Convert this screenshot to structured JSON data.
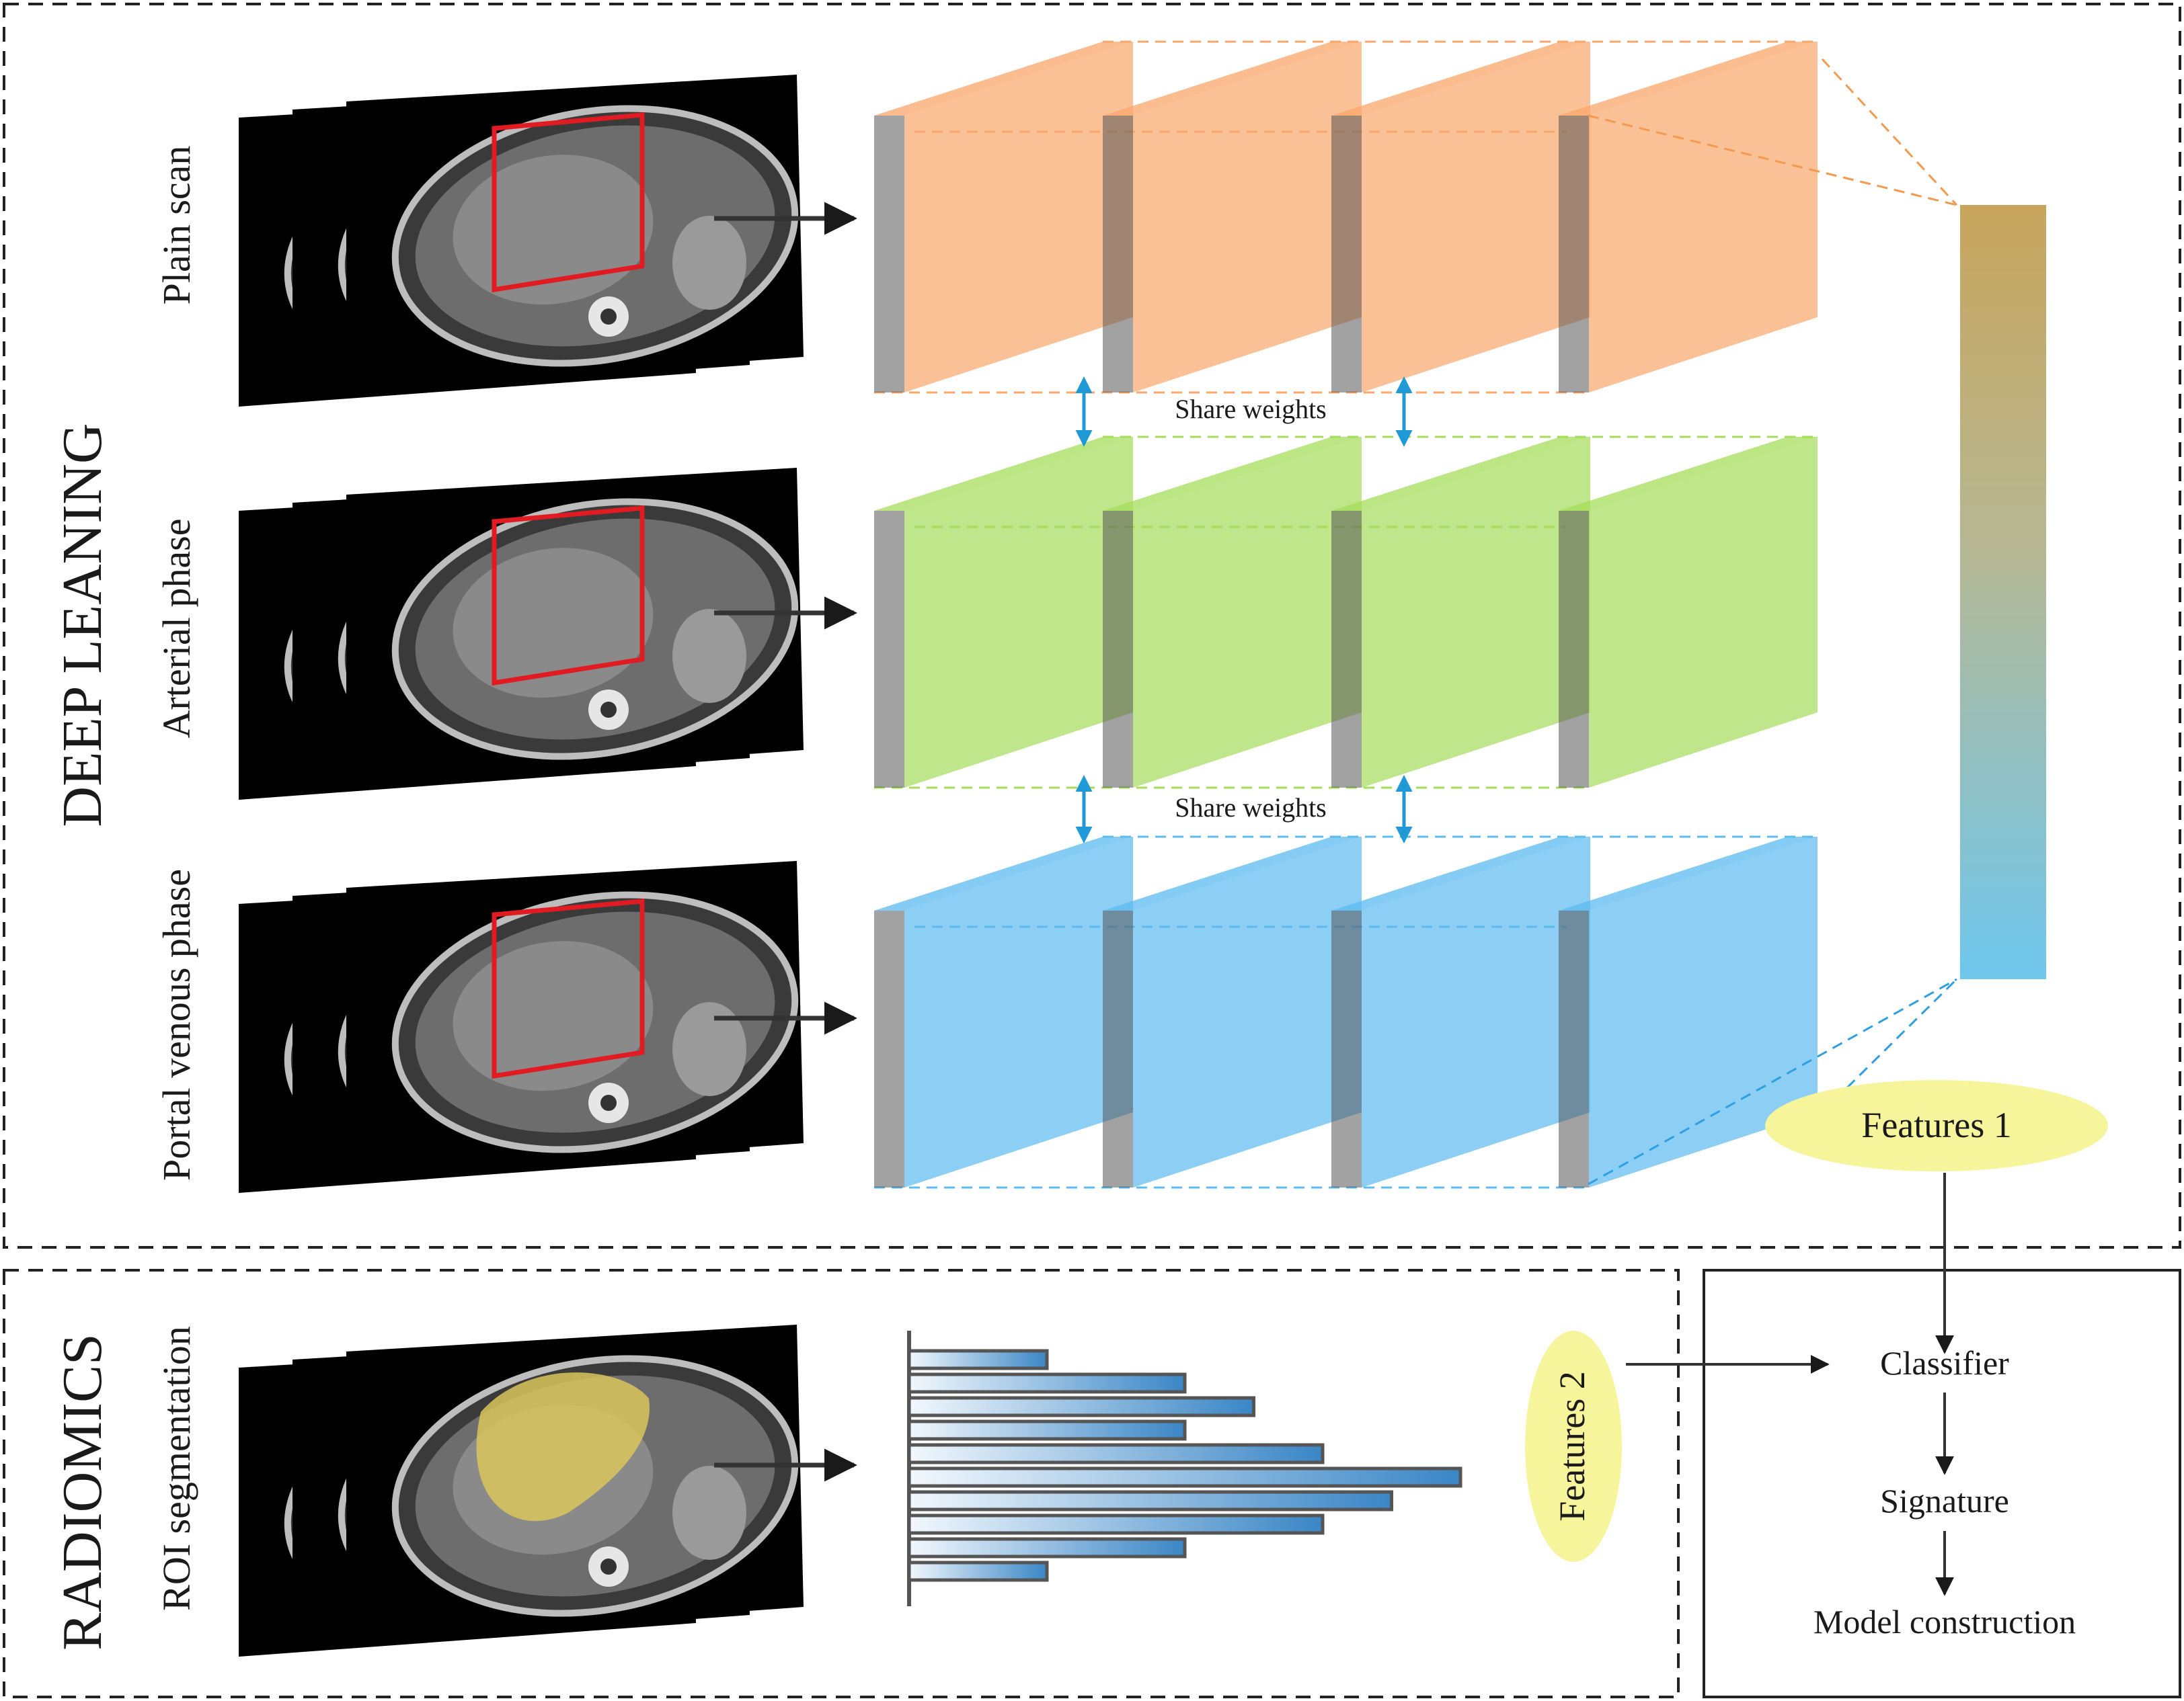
{
  "sections": {
    "deep_learning": "DEEP LEANING",
    "radiomics": "RADIOMICS"
  },
  "phases": [
    {
      "label": "Plain scan",
      "color": "#f9a76a"
    },
    {
      "label": "Arterial phase",
      "color": "#a5dc5a"
    },
    {
      "label": "Portal venous phase",
      "color": "#5cbbf0"
    }
  ],
  "share_weights": [
    "Share weights",
    "Share weights"
  ],
  "roi_label": "ROI segmentation",
  "features": {
    "f1": "Features 1",
    "f2": "Features 2"
  },
  "pipeline": [
    "Classifier",
    "Signature",
    "Model construction"
  ],
  "histogram_values": [
    2,
    4,
    5,
    4,
    6,
    8,
    7,
    6,
    4,
    2
  ],
  "colors": {
    "roi_box": "#e01b22",
    "segmentation": "#d9c55a",
    "feature_ellipse": "#f7f59c",
    "share_arrow": "#1f9ad6",
    "bar_dark": "#3b82c4",
    "bar_light": "#e6f1fa"
  }
}
